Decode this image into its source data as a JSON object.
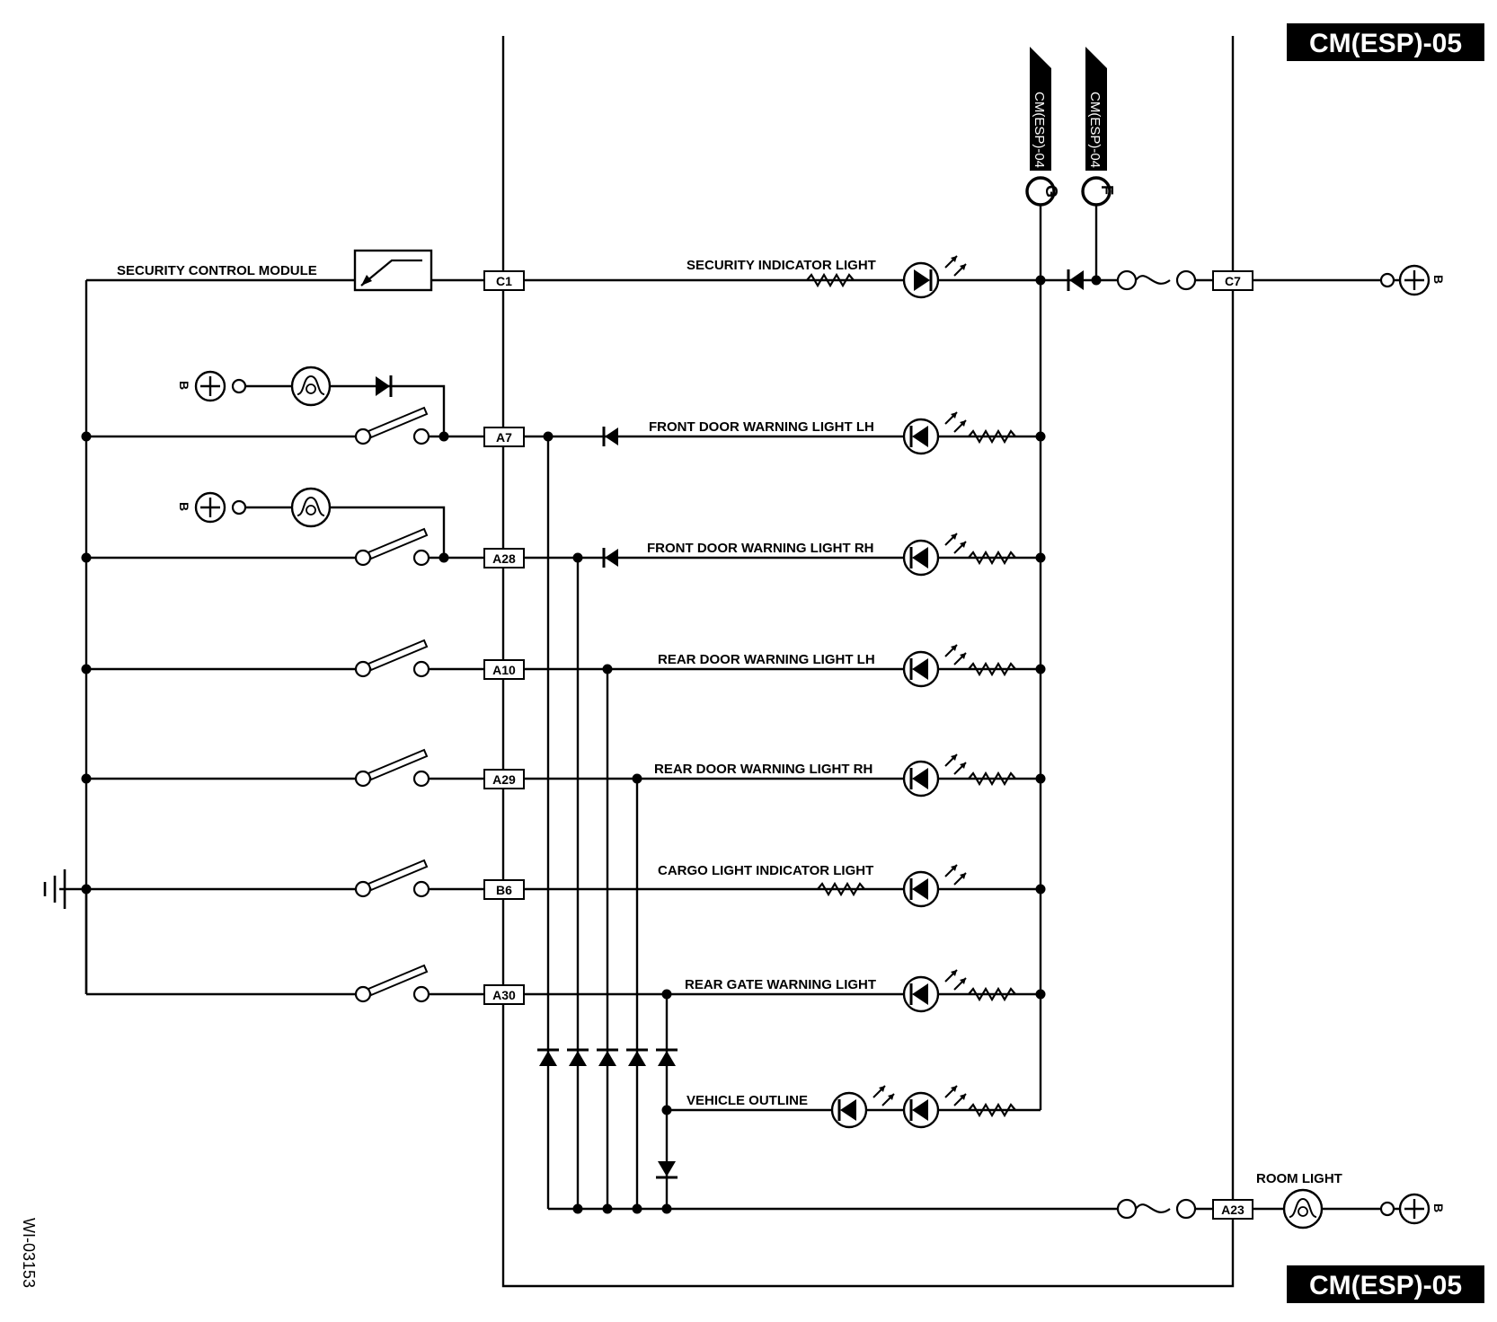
{
  "diagram_code": "CM(ESP)-05",
  "drawing_number": "WI-03153",
  "module_name": "SECURITY CONTROL MODULE",
  "battery_label": "B",
  "connectors": {
    "C1": "C1",
    "A7": "A7",
    "A28": "A28",
    "A10": "A10",
    "A29": "A29",
    "B6": "B6",
    "A30": "A30",
    "C7": "C7",
    "A23": "A23"
  },
  "lights": {
    "security_indicator": "SECURITY INDICATOR LIGHT",
    "front_door_lh": "FRONT DOOR WARNING LIGHT LH",
    "front_door_rh": "FRONT DOOR WARNING LIGHT RH",
    "rear_door_lh": "REAR DOOR WARNING LIGHT LH",
    "rear_door_rh": "REAR DOOR WARNING LIGHT RH",
    "cargo_indicator": "CARGO LIGHT INDICATOR LIGHT",
    "rear_gate": "REAR GATE WARNING LIGHT",
    "vehicle_outline": "VEHICLE OUTLINE",
    "room_light": "ROOM LIGHT"
  },
  "references": [
    {
      "code": "CM(ESP)-04",
      "terminal": "G"
    },
    {
      "code": "CM(ESP)-04",
      "terminal": "F"
    }
  ]
}
